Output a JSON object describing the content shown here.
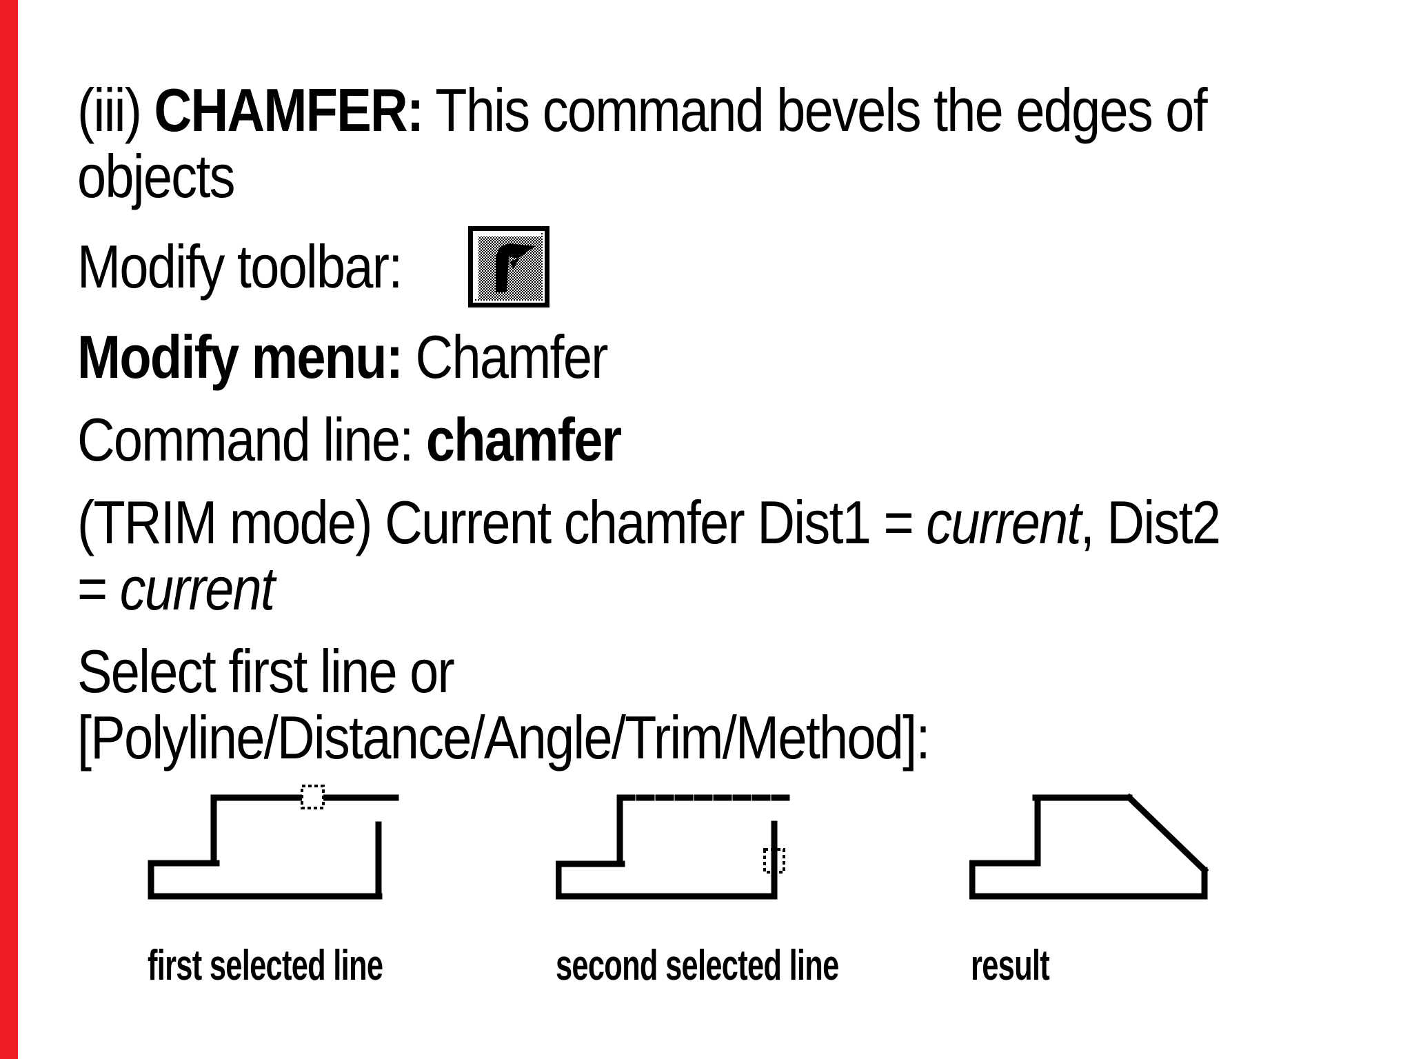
{
  "page": {
    "background": "#ffffff",
    "text_color": "#000000",
    "accent_bar_color": "#ed1b23"
  },
  "content": {
    "item_marker": "(iii) ",
    "command_name": "CHAMFER:",
    "command_description_line1": " This command bevels the edges of",
    "command_description_line2": "objects",
    "toolbar": {
      "label": "Modify toolbar:",
      "icon": "chamfer-toolbar-button"
    },
    "menu": {
      "label": "Modify menu:",
      "value": " Chamfer"
    },
    "command_line": {
      "label": "Command line: ",
      "value": "chamfer"
    },
    "prompt_trim": {
      "part1": "(TRIM mode) Current chamfer Dist1 = ",
      "italic1": "current",
      "part2": ", Dist2",
      "line2_part1": "= ",
      "line2_italic": "current"
    },
    "prompt_select": {
      "line1": "Select first line or",
      "line2": "[Polyline/Distance/Angle/Trim/Method]:"
    }
  },
  "figures": [
    {
      "label": "first selected line"
    },
    {
      "label": "second selected line"
    },
    {
      "label": "result"
    }
  ]
}
